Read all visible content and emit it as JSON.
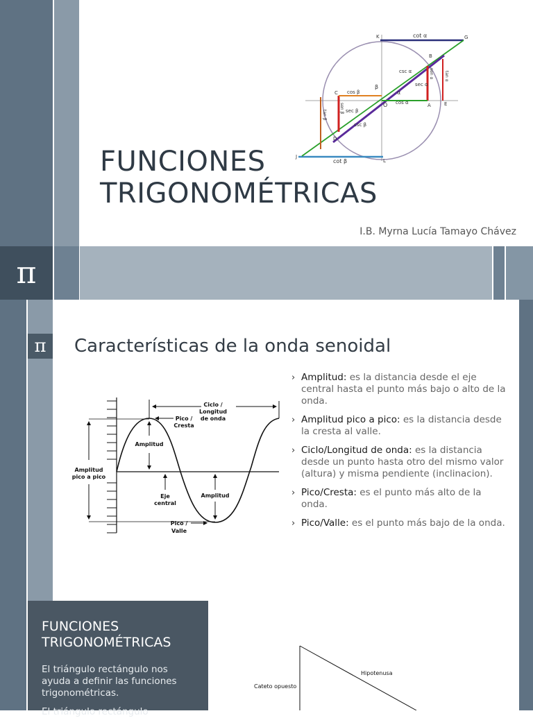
{
  "slide1": {
    "title_line1": "FUNCIONES",
    "title_line2": "TRIGONOMÉTRICAS",
    "author": "I.B. Myrna Lucía Tamayo Chávez",
    "circle_labels": {
      "cot_a": "cot α",
      "csc_a": "csc α",
      "sen_a": "sen α",
      "sec_a": "sec α",
      "tan_a": "tan α",
      "cos_a": "cos α",
      "cos_b": "cos β",
      "sen_b": "sen β",
      "sec_b": "sec β",
      "csc_b": "csc β",
      "tan_b": "tan β",
      "cot_b": "cot β",
      "alpha": "α",
      "beta": "β",
      "K": "K",
      "G": "G",
      "B": "B",
      "C": "C",
      "O": "O",
      "A": "A",
      "E": "E",
      "D": "D",
      "J": "J",
      "L": "L"
    }
  },
  "divider": {
    "pi_symbol": "π"
  },
  "slide2": {
    "pi_symbol": "π",
    "heading": "Características de la onda senoidal",
    "bullet_marker": "›",
    "bullets": [
      {
        "term": "Amplitud:",
        "text": " es la distancia desde el eje central hasta el punto más bajo o alto de la onda."
      },
      {
        "term": "Amplitud pico a pico:",
        "text": " es la distancia desde la cresta al valle."
      },
      {
        "term": "Ciclo/Longitud de onda:",
        "text": " es la distancia desde un punto hasta otro del mismo valor (altura) y misma pendiente (inclinacion)."
      },
      {
        "term": "Pico/Cresta:",
        "text": " es el punto más alto de la onda."
      },
      {
        "term": "Pico/Valle:",
        "text": " es el punto más bajo de la onda."
      }
    ],
    "diagram": {
      "ciclo_1": "Ciclo /",
      "ciclo_2": "Longitud",
      "ciclo_3": "de onda",
      "pico_cresta_1": "Pico /",
      "pico_cresta_2": "Cresta",
      "amplitud_top": "Amplitud",
      "app_1": "Amplitud",
      "app_2": "pico a pico",
      "eje_1": "Eje",
      "eje_2": "central",
      "amplitud_bottom": "Amplitud",
      "pico_valle_1": "Pico /",
      "pico_valle_2": "Valle"
    }
  },
  "slide3": {
    "title": "FUNCIONES TRIGONOMÉTRICAS",
    "text1": "El triángulo rectángulo nos ayuda a definir las funciones trigonométricas.",
    "text2": "El triángulo rectángulo",
    "triangle": {
      "hipotenusa": "Hipotenusa",
      "cateto_opuesto": "Cateto opuesto"
    }
  }
}
